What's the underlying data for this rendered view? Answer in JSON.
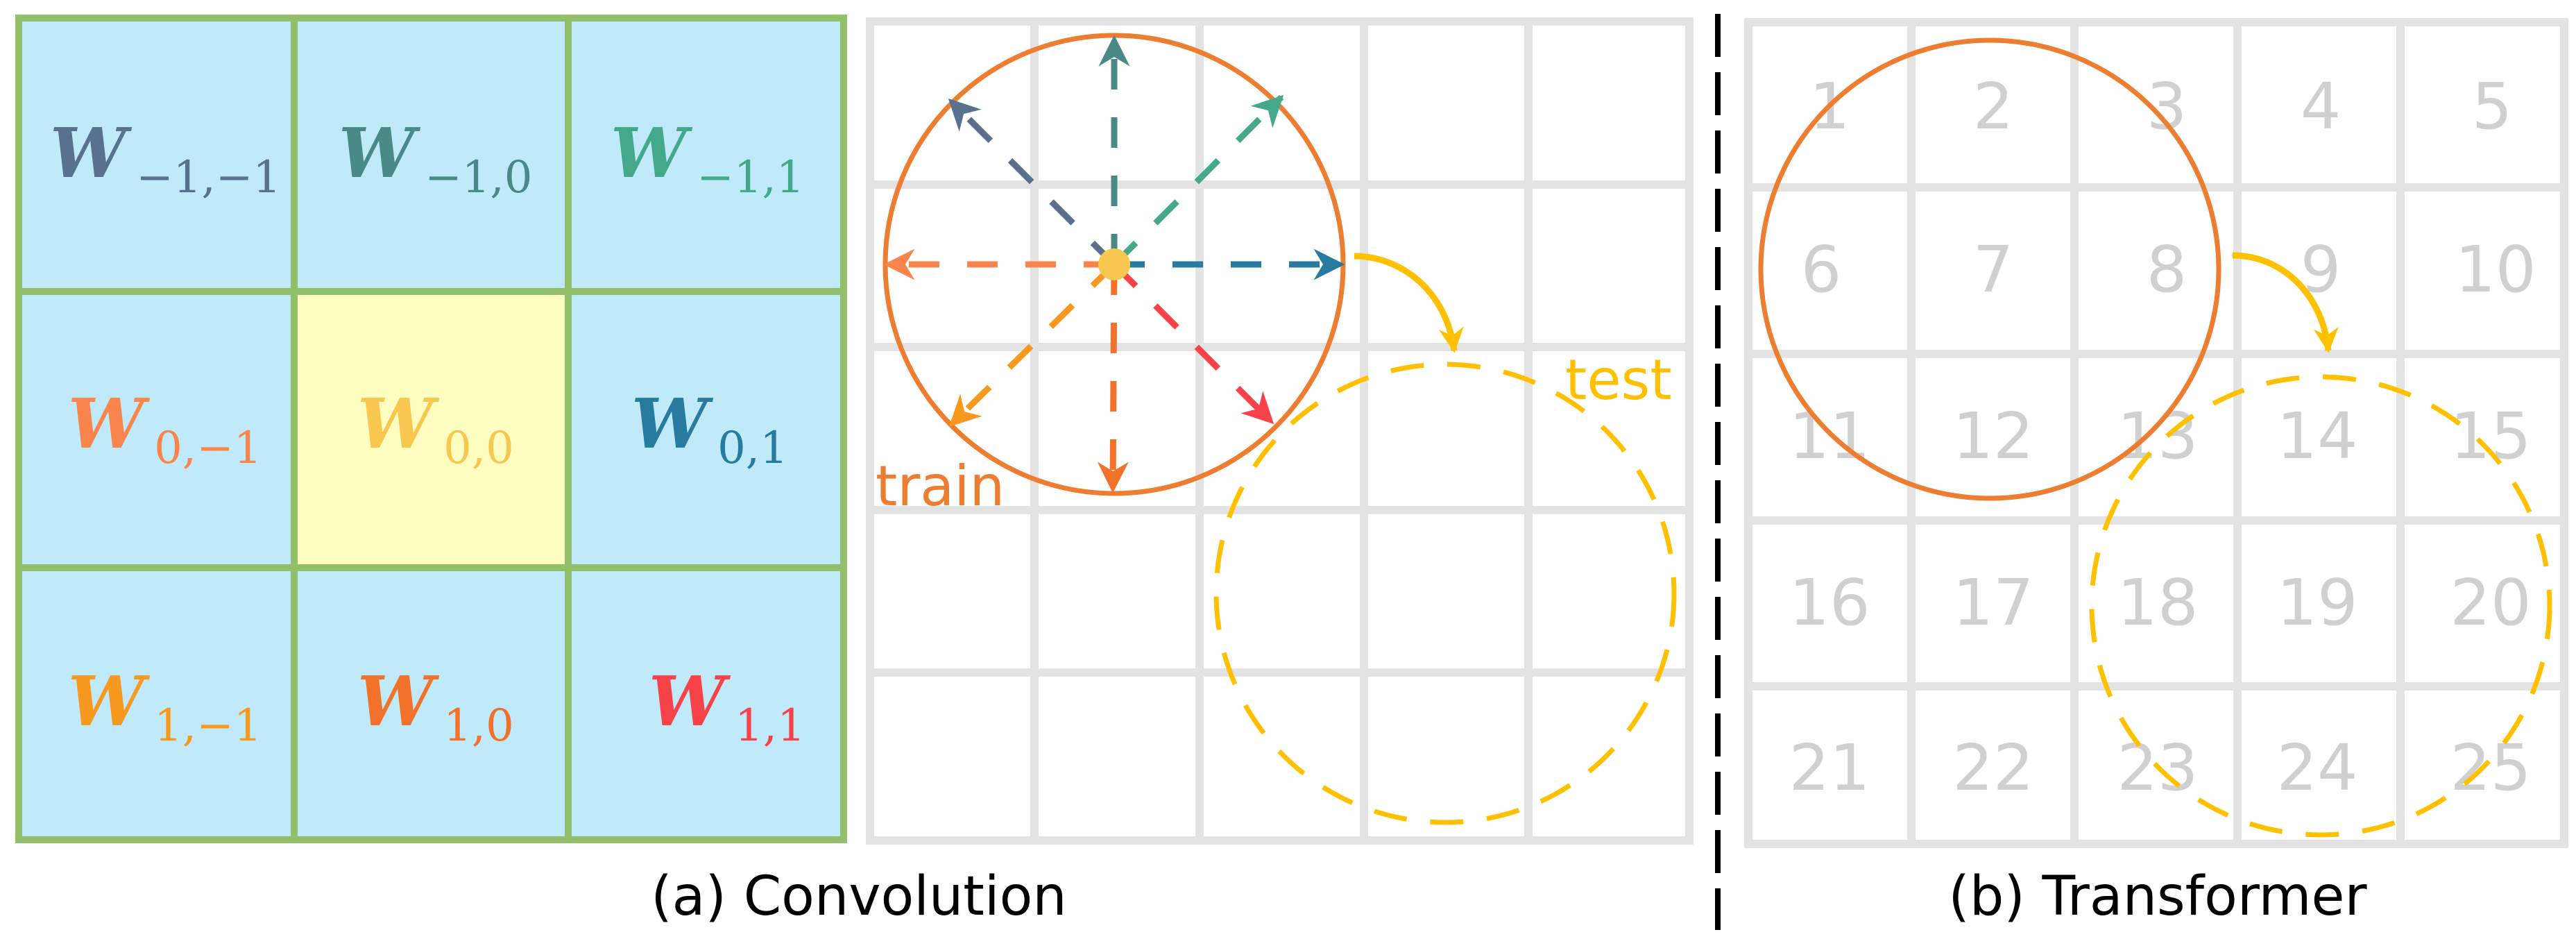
{
  "figure": {
    "panels": [
      {
        "id": "a",
        "caption": "(a) Convolution"
      },
      {
        "id": "b",
        "caption": "(b) Transformer"
      }
    ]
  },
  "kernel": {
    "border_color": "#91bf6a",
    "cell_bg": "#c0eaf9",
    "center_bg": "#fefec0",
    "symbol": "W",
    "cells": [
      {
        "sub": "−1,−1",
        "color": "#57718f"
      },
      {
        "sub": "−1,0",
        "color": "#4a8a86"
      },
      {
        "sub": "−1,1",
        "color": "#44a98a"
      },
      {
        "sub": "0,−1",
        "color": "#f9854d"
      },
      {
        "sub": "0,0",
        "color": "#f7c74f"
      },
      {
        "sub": "0,1",
        "color": "#267b9f"
      },
      {
        "sub": "1,−1",
        "color": "#f7991f"
      },
      {
        "sub": "1,0",
        "color": "#f2712b"
      },
      {
        "sub": "1,1",
        "color": "#f8424a"
      }
    ]
  },
  "convolution_grid": {
    "rows": 5,
    "cols": 5,
    "line_color": "#e3e3e3",
    "train_label": "train",
    "test_label": "test",
    "train_color": "#ed7d31",
    "test_color": "#ffc000",
    "center_dot_color": "#f7c74f"
  },
  "transformer_grid": {
    "rows": 5,
    "cols": 5,
    "line_color": "#e3e3e3",
    "numbers": [
      "1",
      "2",
      "3",
      "4",
      "5",
      "6",
      "7",
      "8",
      "9",
      "10",
      "11",
      "12",
      "13",
      "14",
      "15",
      "16",
      "17",
      "18",
      "19",
      "20",
      "21",
      "22",
      "23",
      "24",
      "25"
    ]
  },
  "divider": {
    "style": "dashed",
    "color": "#000000"
  }
}
